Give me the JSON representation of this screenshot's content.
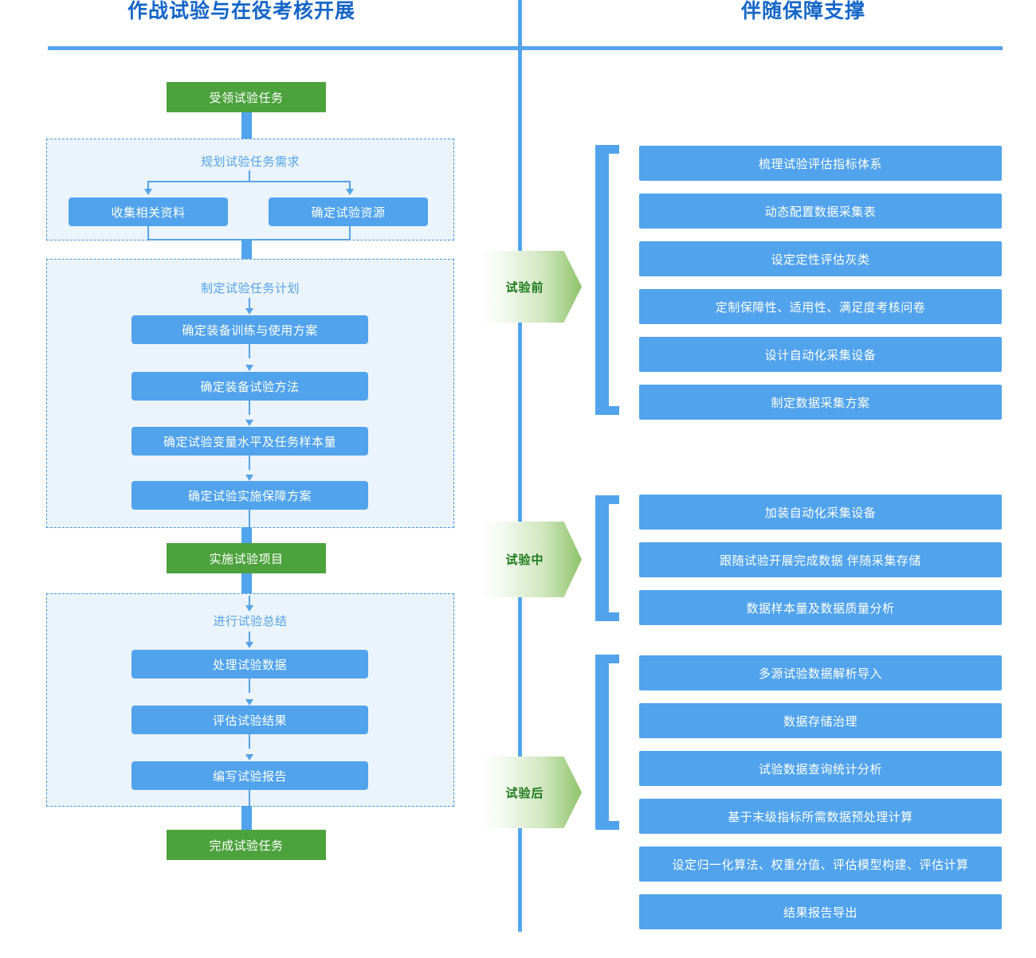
{
  "headers": {
    "left_title": "作战试验与在役考核开展",
    "right_title": "伴随保障支撑"
  },
  "colors": {
    "blue": "#51A3EC",
    "green": "#4CA23C",
    "title_blue": "#1565C8",
    "panel_fill": "#EBF3FC",
    "panel_border": "#4A96DE",
    "chevron_text": "#1C7A1C",
    "group_label": "#55A4E8"
  },
  "left_flow": {
    "start_node": "受领试验任务",
    "mid_node": "实施试验项目",
    "end_node": "完成试验任务",
    "groups": [
      {
        "label": "规划试验任务需求",
        "items": [
          "收集相关资料",
          "确定试验资源"
        ],
        "layout": "two-column"
      },
      {
        "label": "制定试验任务计划",
        "items": [
          "确定装备训练与使用方案",
          "确定装备试验方法",
          "确定试验变量水平及任务样本量",
          "确定试验实施保障方案"
        ],
        "layout": "stack"
      },
      {
        "label": "进行试验总结",
        "items": [
          "处理试验数据",
          "评估试验结果",
          "编写试验报告"
        ],
        "layout": "stack"
      }
    ]
  },
  "right_phases": [
    {
      "label": "试验前",
      "items": [
        "梳理试验评估指标体系",
        "动态配置数据采集表",
        "设定定性评估灰类",
        "定制保障性、适用性、满足度考核问卷",
        "设计自动化采集设备",
        "制定数据采集方案"
      ]
    },
    {
      "label": "试验中",
      "items": [
        "加装自动化采集设备",
        "跟随试验开展完成数据 伴随采集存储",
        "数据样本量及数据质量分析"
      ]
    },
    {
      "label": "试验后",
      "items": [
        "多源试验数据解析导入",
        "数据存储治理",
        "试验数据查询统计分析",
        "基于末级指标所需数据预处理计算",
        "设定归一化算法、权重分值、评估模型构建、评估计算",
        "结果报告导出"
      ]
    }
  ]
}
